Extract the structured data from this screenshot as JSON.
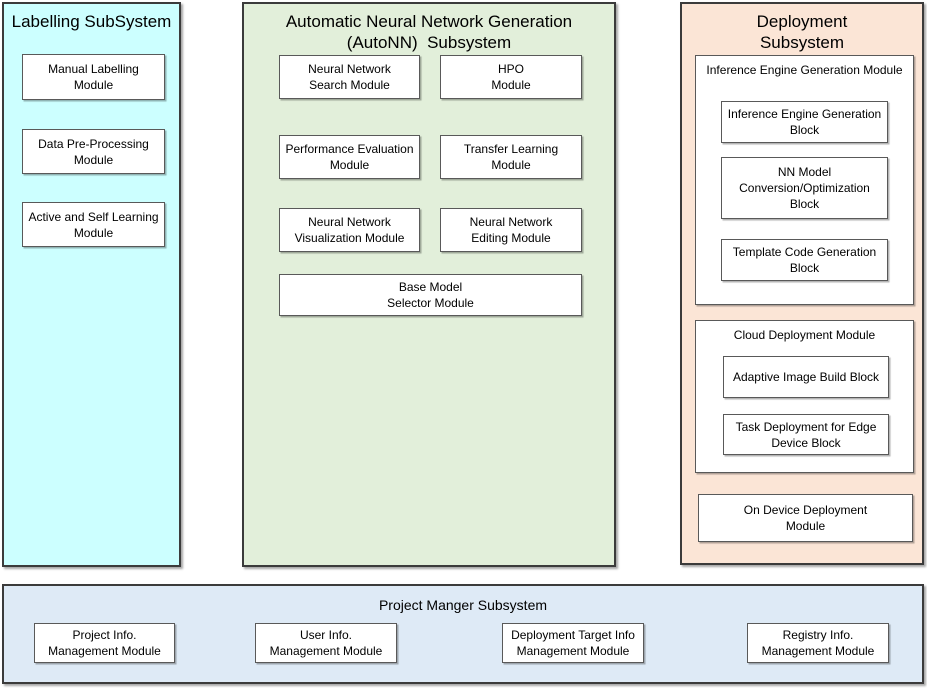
{
  "colors": {
    "labelling_bg": "#CCFFFF",
    "autonn_bg": "#E2EFDA",
    "deployment_bg": "#FBE5D6",
    "project_bg": "#DEEAF6",
    "panel_border": "#3B3B3B",
    "box_border": "#595959"
  },
  "panels": {
    "labelling": {
      "title": "Labelling SubSystem",
      "modules": [
        "Manual Labelling\nModule",
        "Data Pre-Processing\nModule",
        "Active and Self Learning\nModule"
      ]
    },
    "autonn": {
      "title": "Automatic Neural Network Generation\n(AutoNN)  Subsystem",
      "modules": [
        "Neural Network\nSearch Module",
        "HPO\nModule",
        "Performance Evaluation\nModule",
        "Transfer Learning\nModule",
        "Neural Network\nVisualization Module",
        "Neural Network\nEditing Module",
        "Base Model\nSelector Module"
      ]
    },
    "deployment": {
      "title": "Deployment\nSubsystem",
      "inference_group": {
        "title": "Inference Engine Generation Module",
        "blocks": [
          "Inference Engine Generation\nBlock",
          "NN Model\nConversion/Optimization\nBlock",
          "Template Code Generation\nBlock"
        ]
      },
      "cloud_group": {
        "title": "Cloud Deployment Module",
        "blocks": [
          "Adaptive Image Build Block",
          "Task Deployment for Edge\nDevice Block"
        ]
      },
      "on_device_module": "On Device Deployment\nModule"
    },
    "project": {
      "title": "Project Manger Subsystem",
      "modules": [
        "Project Info.\nManagement Module",
        "User Info.\nManagement Module",
        "Deployment Target Info\nManagement Module",
        "Registry Info.\nManagement Module"
      ]
    }
  }
}
